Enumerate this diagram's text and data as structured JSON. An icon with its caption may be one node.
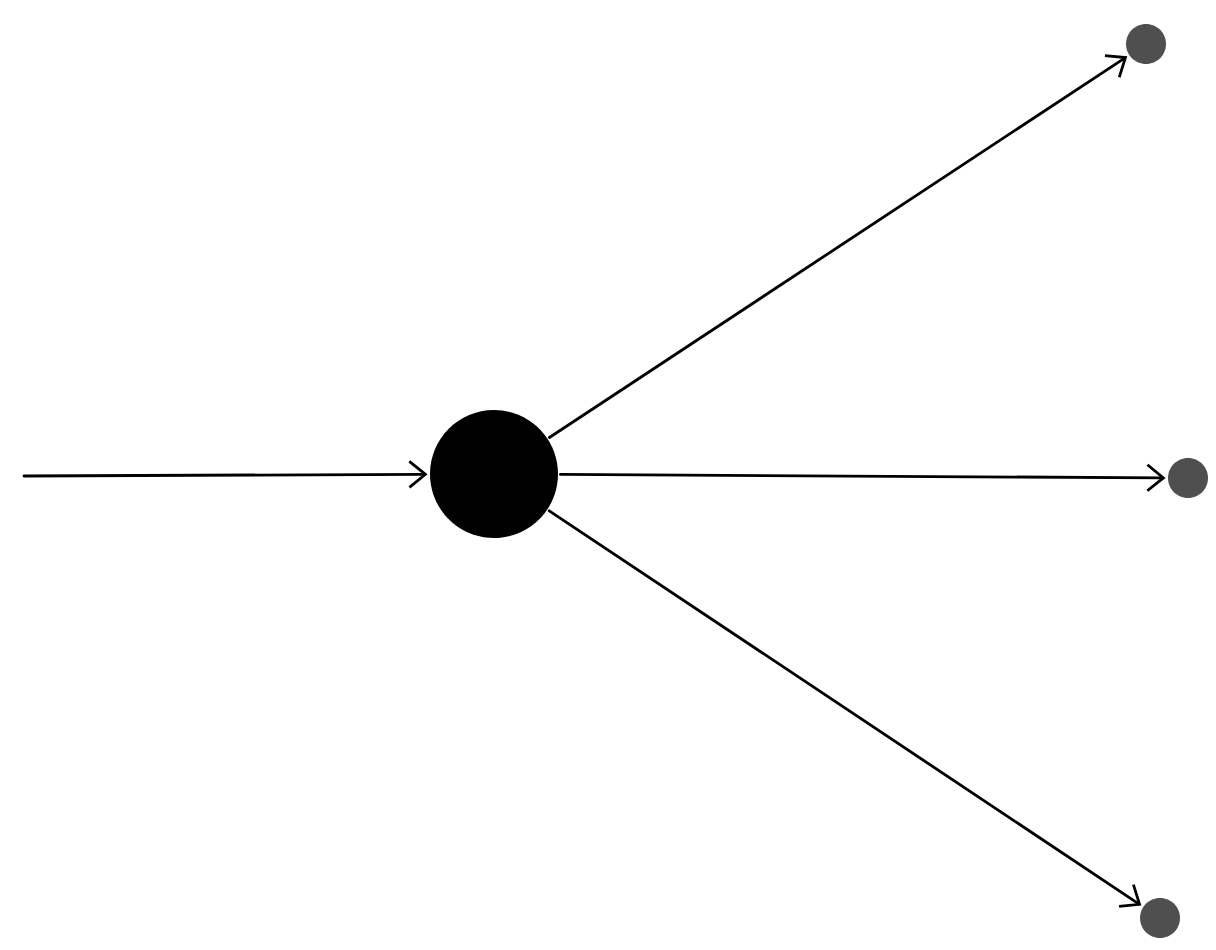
{
  "diagram": {
    "nodes": [
      {
        "text": [],
        "shape": "circle"
      },
      {
        "text": [],
        "shape": "circle"
      },
      {
        "text": [],
        "shape": "circle"
      },
      {
        "text": [],
        "shape": "circle"
      }
    ],
    "edges": [
      {
        "from": null,
        "to": 0,
        "arrow": "to"
      },
      {
        "from": 0,
        "to": 1,
        "arrow": "to"
      },
      {
        "from": 0,
        "to": 2,
        "arrow": "to"
      },
      {
        "from": 0,
        "to": 3,
        "arrow": "to"
      }
    ]
  }
}
